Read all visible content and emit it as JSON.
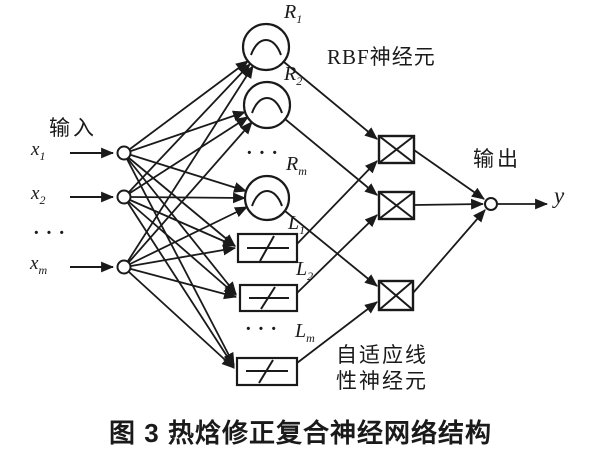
{
  "figure": {
    "caption": "图 3  热焓修正复合神经网络结构"
  },
  "labels": {
    "input_title": "输入",
    "output_title": "输出",
    "rbf_layer": "RBF神经元",
    "adaline_line1": "自适应线",
    "adaline_line2": "性神经元",
    "ellipsis": "···",
    "output_var": "y"
  },
  "nodes": {
    "inputs": [
      {
        "base": "x",
        "sub": "1"
      },
      {
        "base": "x",
        "sub": "2"
      },
      {
        "base": "x",
        "sub": "m"
      }
    ],
    "rbf": [
      {
        "base": "R",
        "sub": "1"
      },
      {
        "base": "R",
        "sub": "2"
      },
      {
        "base": "R",
        "sub": "m"
      }
    ],
    "linear": [
      {
        "base": "L",
        "sub": "1"
      },
      {
        "base": "L",
        "sub": "2"
      },
      {
        "base": "L",
        "sub": "m"
      }
    ]
  },
  "colors": {
    "ink": "#1a1a1a",
    "background": "#ffffff"
  }
}
